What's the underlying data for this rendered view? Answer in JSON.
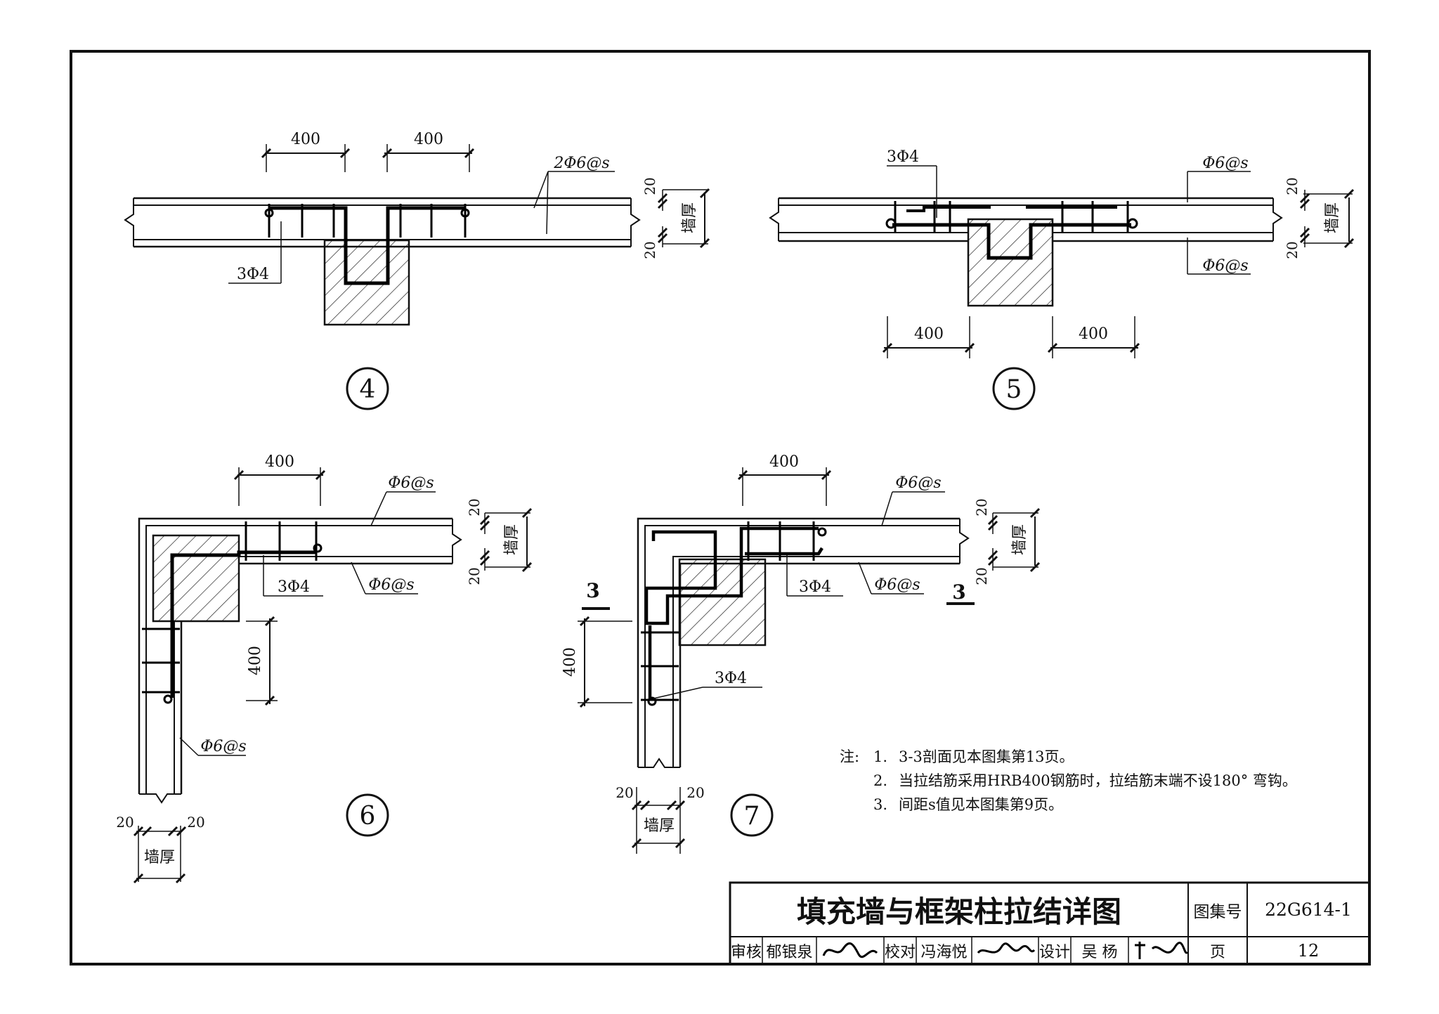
{
  "detail_ids": {
    "d4": "4",
    "d5": "5",
    "d6": "6",
    "d7": "7"
  },
  "section_mark": "3",
  "dims": {
    "spacing": "400",
    "cover": "20",
    "wall_thickness": "墙厚"
  },
  "rebar": {
    "two_bar": "2Φ6@s",
    "one_bar": "Φ6@s",
    "tie": "3Φ4"
  },
  "notes": {
    "prefix": "注:",
    "items": [
      {
        "num": "1.",
        "text": "3-3剖面见本图集第13页。"
      },
      {
        "num": "2.",
        "text": "当拉结筋采用HRB400钢筋时，拉结筋末端不设180° 弯钩。"
      },
      {
        "num": "3.",
        "text": "间距s值见本图集第9页。"
      }
    ]
  },
  "title_block": {
    "title": "填充墙与框架柱拉结详图",
    "atlas_label": "图集号",
    "atlas_no": "22G614-1",
    "page_label": "页",
    "page_no": "12",
    "review_label": "审核",
    "reviewer": "郁银泉",
    "check_label": "校对",
    "checker": "冯海悦",
    "design_label": "设计",
    "designer": "吴 杨"
  }
}
